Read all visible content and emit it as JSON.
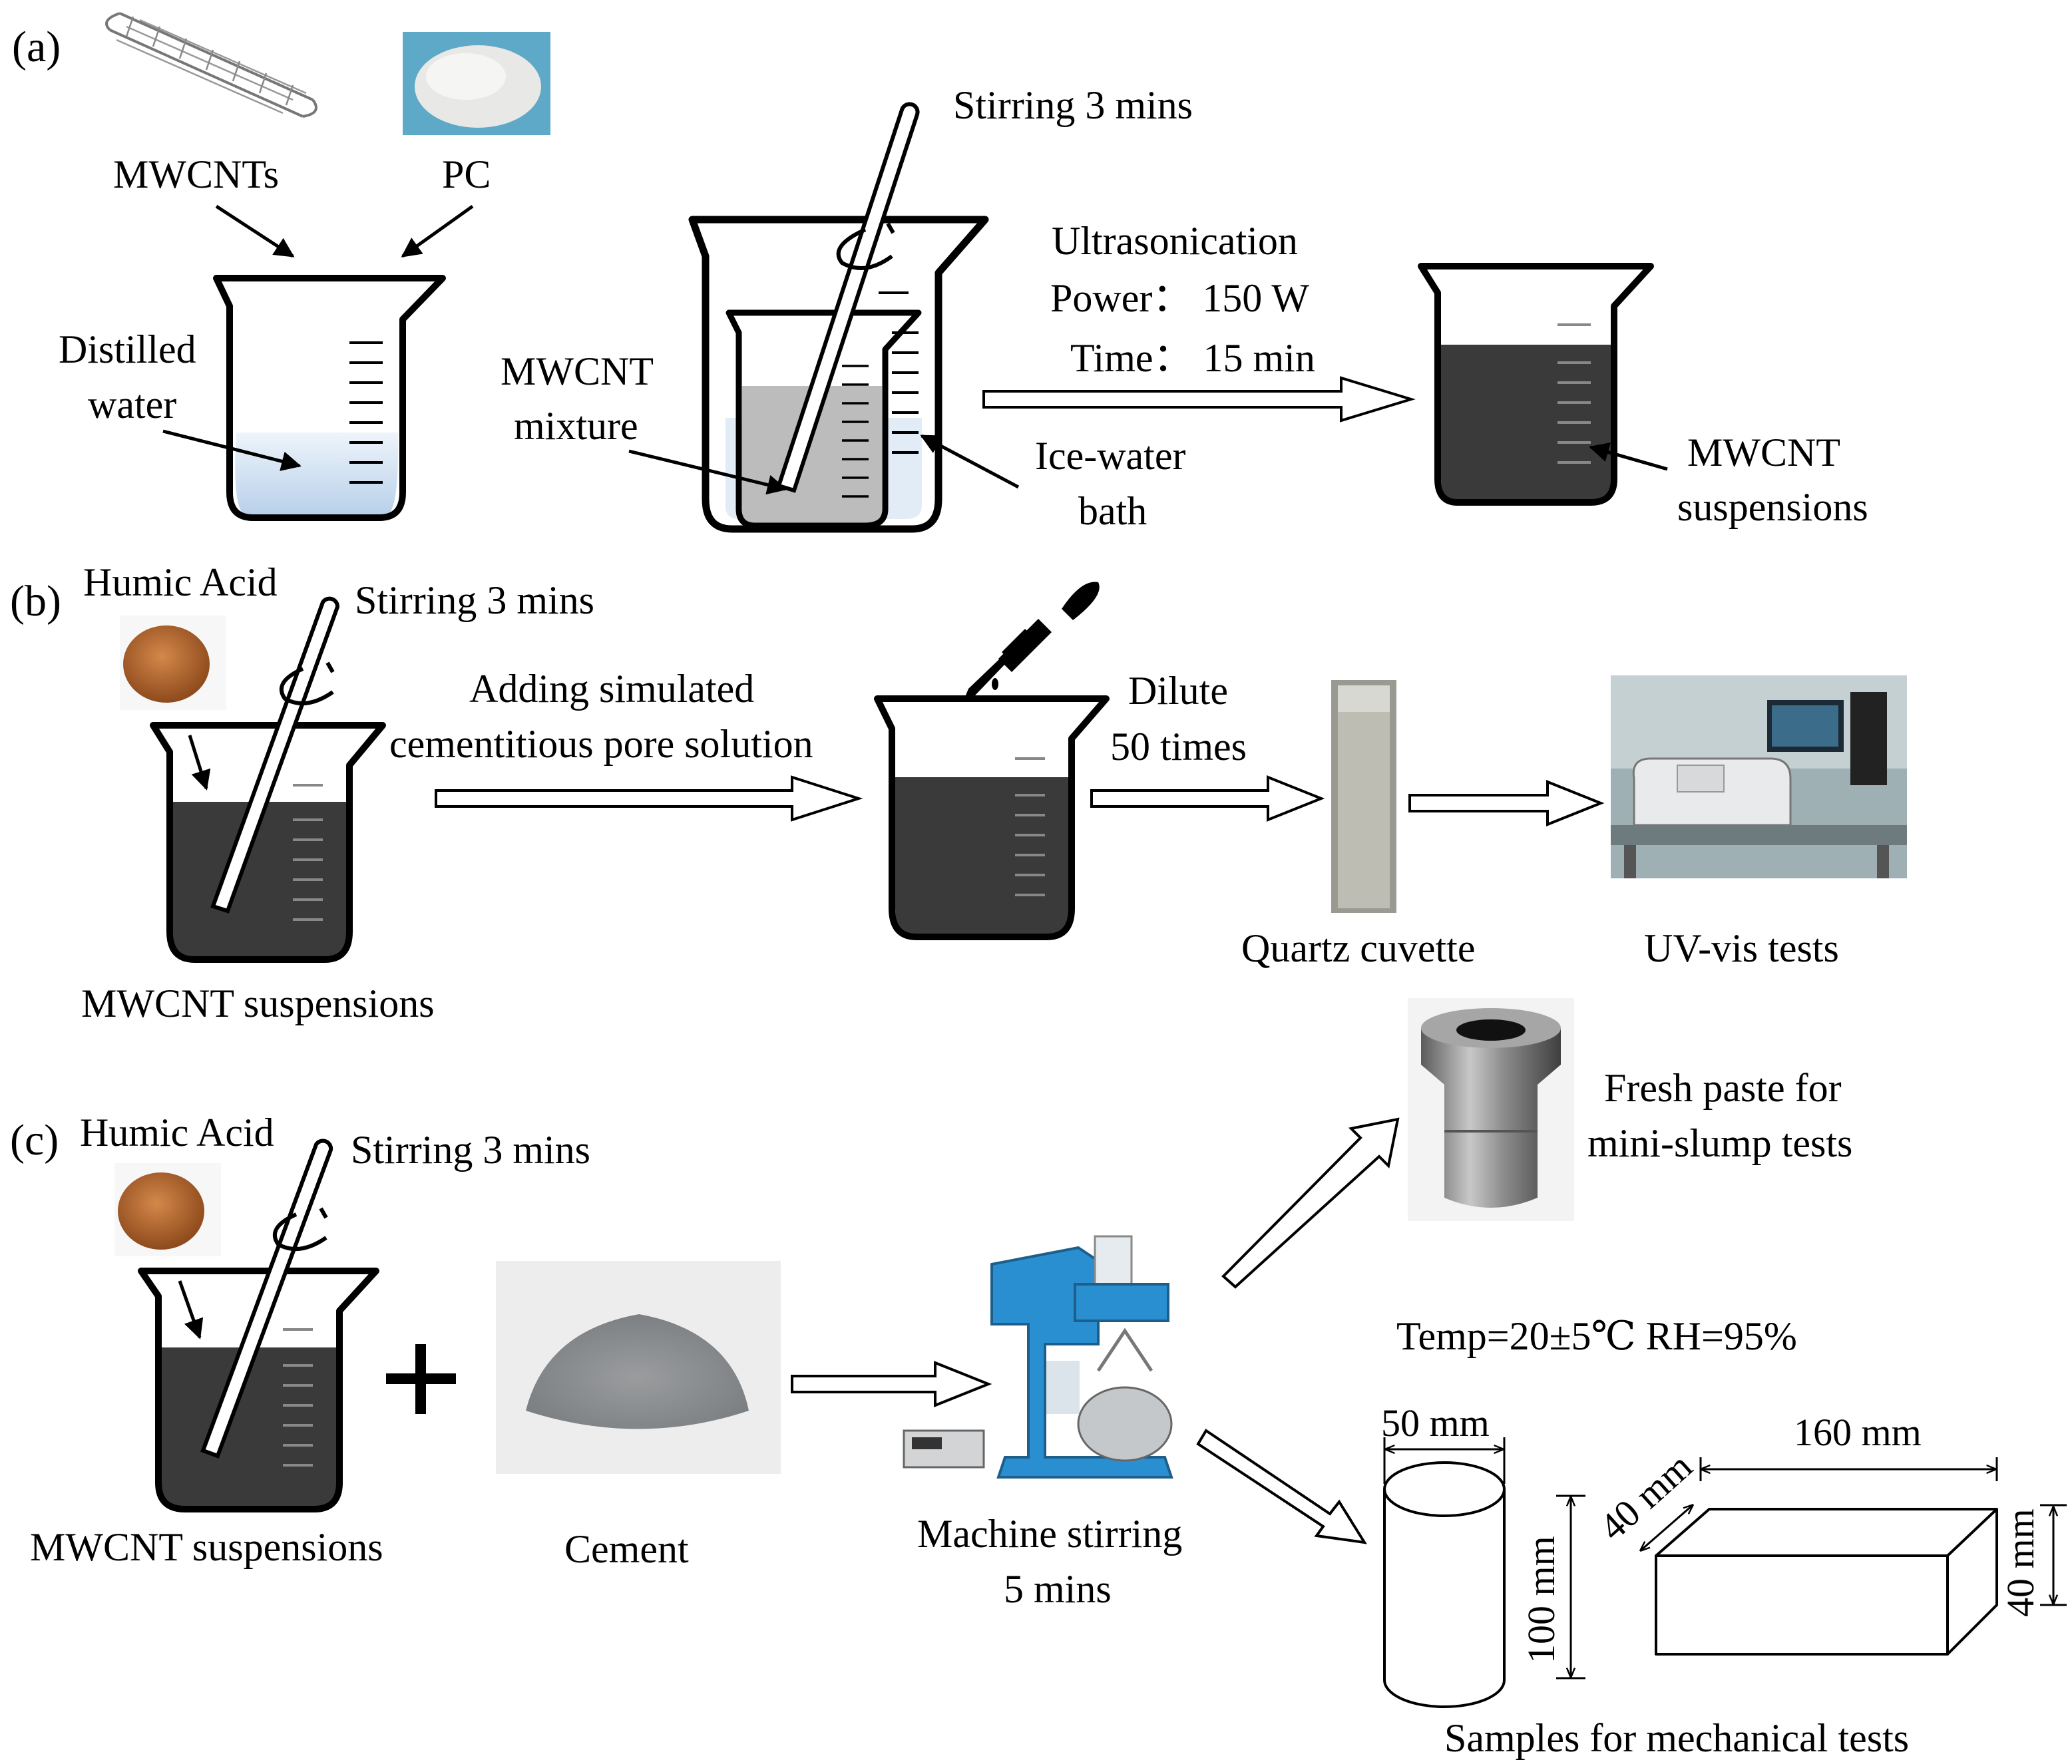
{
  "panels": {
    "a": "(a)",
    "b": "(b)",
    "c": "(c)"
  },
  "panel_a": {
    "mwcnts": "MWCNTs",
    "pc": "PC",
    "distilled_1": "Distilled",
    "distilled_2": "water",
    "stirring": "Stirring 3 mins",
    "mixture_1": "MWCNT",
    "mixture_2": "mixture",
    "ice_1": "Ice-water",
    "ice_2": "bath",
    "ultra_1": "Ultrasonication",
    "ultra_2": "Power：  150 W",
    "ultra_3": "Time：  15 min",
    "susp_1": "MWCNT",
    "susp_2": "suspensions"
  },
  "panel_b": {
    "humic": "Humic Acid",
    "stirring": "Stirring 3 mins",
    "adding_1": "Adding simulated",
    "adding_2": "cementitious pore solution",
    "dilute_1": "Dilute",
    "dilute_2": "50 times",
    "cuvette": "Quartz cuvette",
    "uvvis": "UV-vis tests",
    "susp": "MWCNT suspensions"
  },
  "panel_c": {
    "humic": "Humic Acid",
    "stirring": "Stirring 3 mins",
    "susp": "MWCNT suspensions",
    "cement": "Cement",
    "machine_1": "Machine stirring",
    "machine_2": "5 mins",
    "fresh_1": "Fresh paste for",
    "fresh_2": "mini-slump tests",
    "conditions": "Temp=20±5℃    RH=95%",
    "dim_50": "50 mm",
    "dim_100": "100 mm",
    "dim_160": "160 mm",
    "dim_40a": "40 mm",
    "dim_40b": "40 mm",
    "samples": "Samples for mechanical tests"
  },
  "colors": {
    "suspension": "#3a3a3a",
    "mixture": "#b9b9b9",
    "water": "#d6e4f2",
    "humic": "#b4642a",
    "blue_machine": "#2a8fd0"
  }
}
